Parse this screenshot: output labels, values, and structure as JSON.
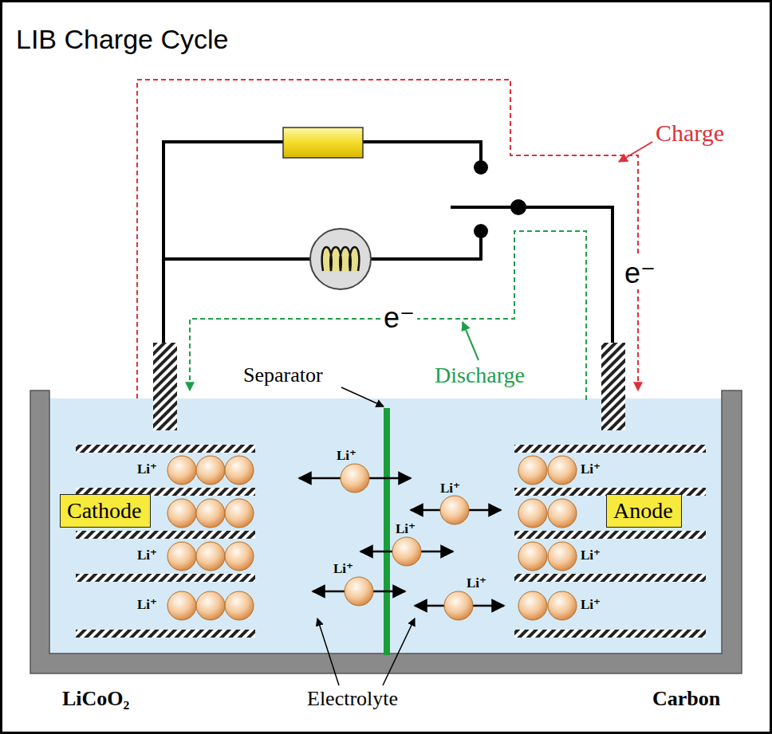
{
  "diagram": {
    "title": "LIB Charge Cycle",
    "nodes": [
      {
        "text": [
          "Cathode"
        ]
      },
      {
        "text": [
          "Anode"
        ]
      }
    ],
    "labels": [
      "Charge",
      "e⁻",
      "e⁻",
      "Discharge",
      "Separator",
      "Li⁺",
      "Li⁺",
      "Li⁺",
      "Li⁺",
      "Li⁺",
      "Li⁺",
      "Li⁺",
      "Li⁺",
      "Li⁺",
      "Li⁺",
      "Li⁺",
      "LiCoO₂",
      "Electrolyte",
      "Carbon"
    ]
  }
}
